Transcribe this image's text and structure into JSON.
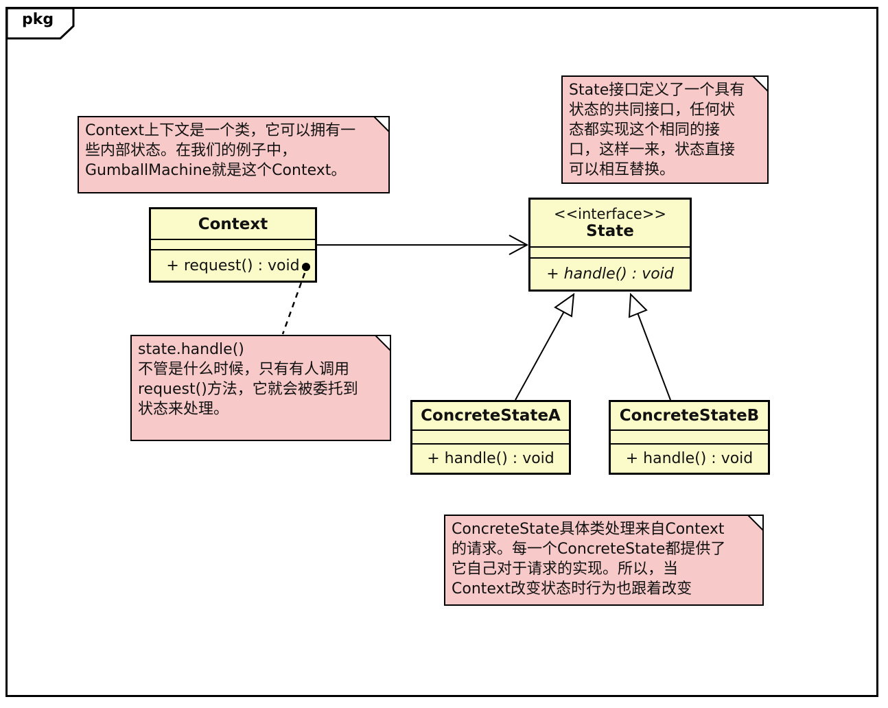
{
  "frame": {
    "tag": "pkg"
  },
  "classes": {
    "context": {
      "name": "Context",
      "method": "+ request() : void"
    },
    "state": {
      "stereotype": "<<interface>>",
      "name": "State",
      "method": "+ handle() : void"
    },
    "concreteA": {
      "name": "ConcreteStateA",
      "method": "+ handle() : void"
    },
    "concreteB": {
      "name": "ConcreteStateB",
      "method": "+ handle() : void"
    }
  },
  "notes": {
    "context": {
      "lines": [
        "Context上下文是一个类，它可以拥有一",
        "些内部状态。在我们的例子中，",
        "GumballMachine就是这个Context。"
      ]
    },
    "state": {
      "lines": [
        "State接口定义了一个具有",
        "状态的共同接口，任何状",
        "态都实现这个相同的接",
        "口，这样一来，状态直接",
        "可以相互替换。"
      ]
    },
    "handle": {
      "lines": [
        "state.handle()",
        "不管是什么时候，只有有人调用",
        "request()方法，它就会被委托到",
        "状态来处理。"
      ]
    },
    "concrete": {
      "lines": [
        "ConcreteState具体类处理来自Context",
        "的请求。每一个ConcreteState都提供了",
        "它自己对于请求的实现。所以，当",
        "Context改变状态时行为也跟着改变"
      ]
    }
  },
  "colors": {
    "class_fill": "#FBFBC9",
    "note_fill": "#F7C9C9",
    "line": "#000000",
    "background": "#FFFFFF"
  },
  "relations": {
    "association": "Context → State",
    "generalization_a": "ConcreteStateA → State",
    "generalization_b": "ConcreteStateB → State",
    "anchor": "request() : void ● ⇢ state.handle() note"
  }
}
